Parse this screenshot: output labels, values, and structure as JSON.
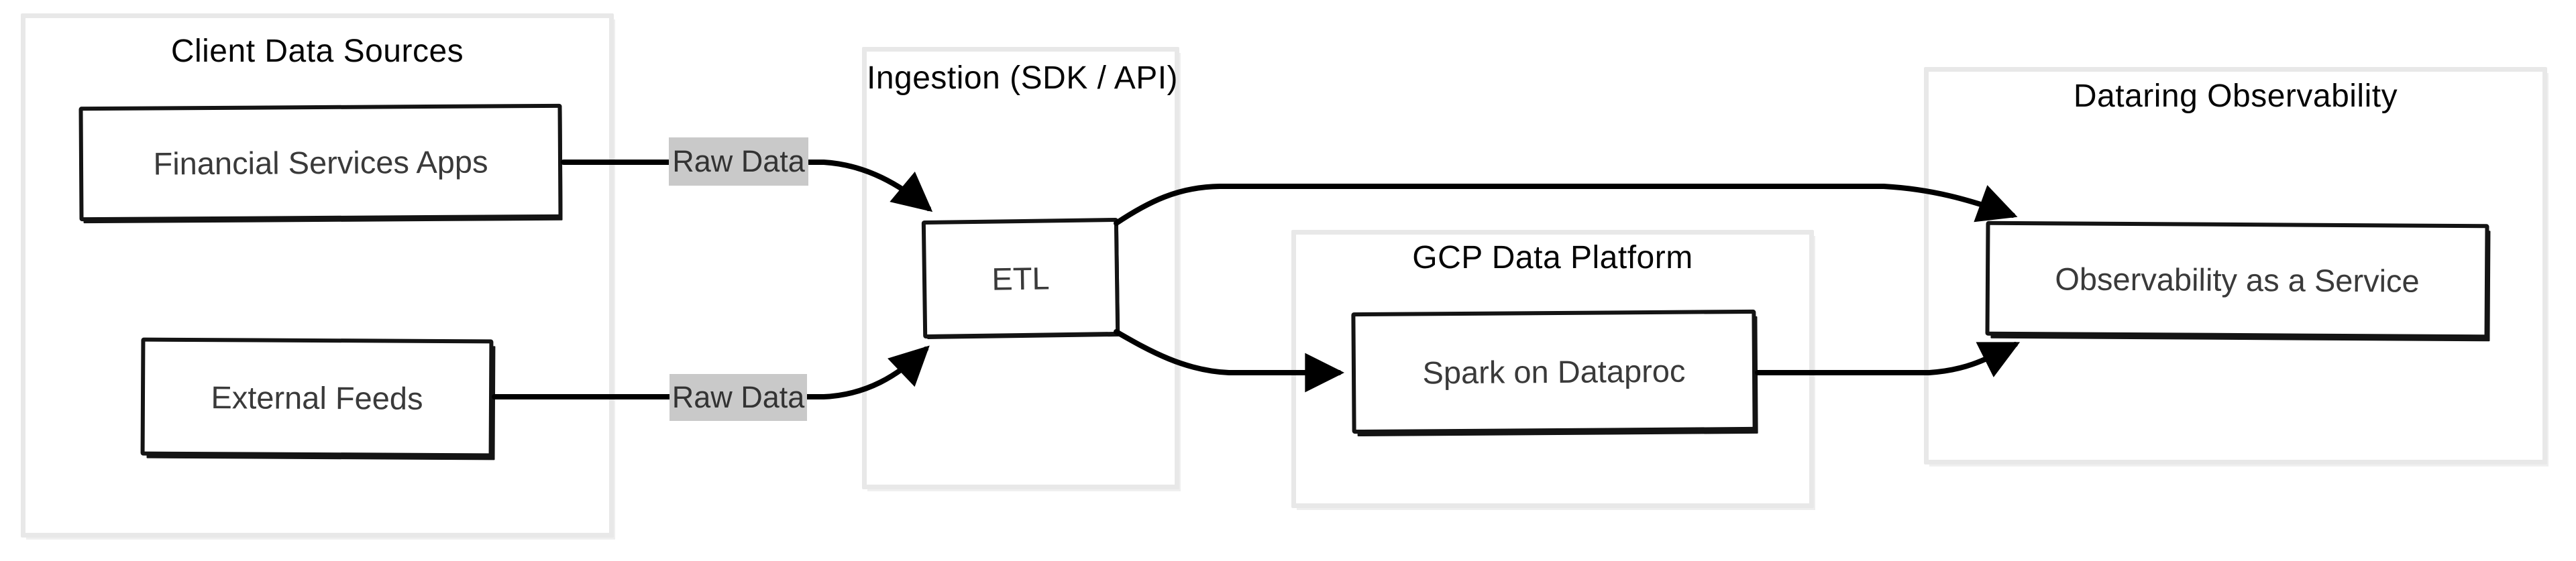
{
  "diagram": {
    "type": "architecture-flow",
    "containers": [
      {
        "id": "client-data-sources",
        "title": "Client Data Sources"
      },
      {
        "id": "ingestion",
        "title": "Ingestion (SDK / API)"
      },
      {
        "id": "gcp-data-platform",
        "title": "GCP Data Platform"
      },
      {
        "id": "dataring-observability",
        "title": "Dataring Observability"
      }
    ],
    "nodes": [
      {
        "id": "financial-services-apps",
        "label": "Financial Services Apps",
        "container": "client-data-sources"
      },
      {
        "id": "external-feeds",
        "label": "External Feeds",
        "container": "client-data-sources"
      },
      {
        "id": "etl",
        "label": "ETL",
        "container": "ingestion"
      },
      {
        "id": "spark-on-dataproc",
        "label": "Spark on Dataproc",
        "container": "gcp-data-platform"
      },
      {
        "id": "observability-as-a-service",
        "label": "Observability as a Service",
        "container": "dataring-observability"
      }
    ],
    "edges": [
      {
        "from": "financial-services-apps",
        "to": "etl",
        "label": "Raw Data"
      },
      {
        "from": "external-feeds",
        "to": "etl",
        "label": "Raw Data"
      },
      {
        "from": "etl",
        "to": "observability-as-a-service",
        "label": ""
      },
      {
        "from": "etl",
        "to": "spark-on-dataproc",
        "label": ""
      },
      {
        "from": "spark-on-dataproc",
        "to": "observability-as-a-service",
        "label": ""
      }
    ],
    "colors": {
      "background": "#ffffff",
      "container_border": "#e8e8e8",
      "container_title_text": "#050505",
      "node_border": "#141414",
      "node_text": "#3a3a3a",
      "edge_stroke": "#000000",
      "edge_label_background": "#c9c9c9",
      "edge_label_text": "#333333"
    }
  }
}
